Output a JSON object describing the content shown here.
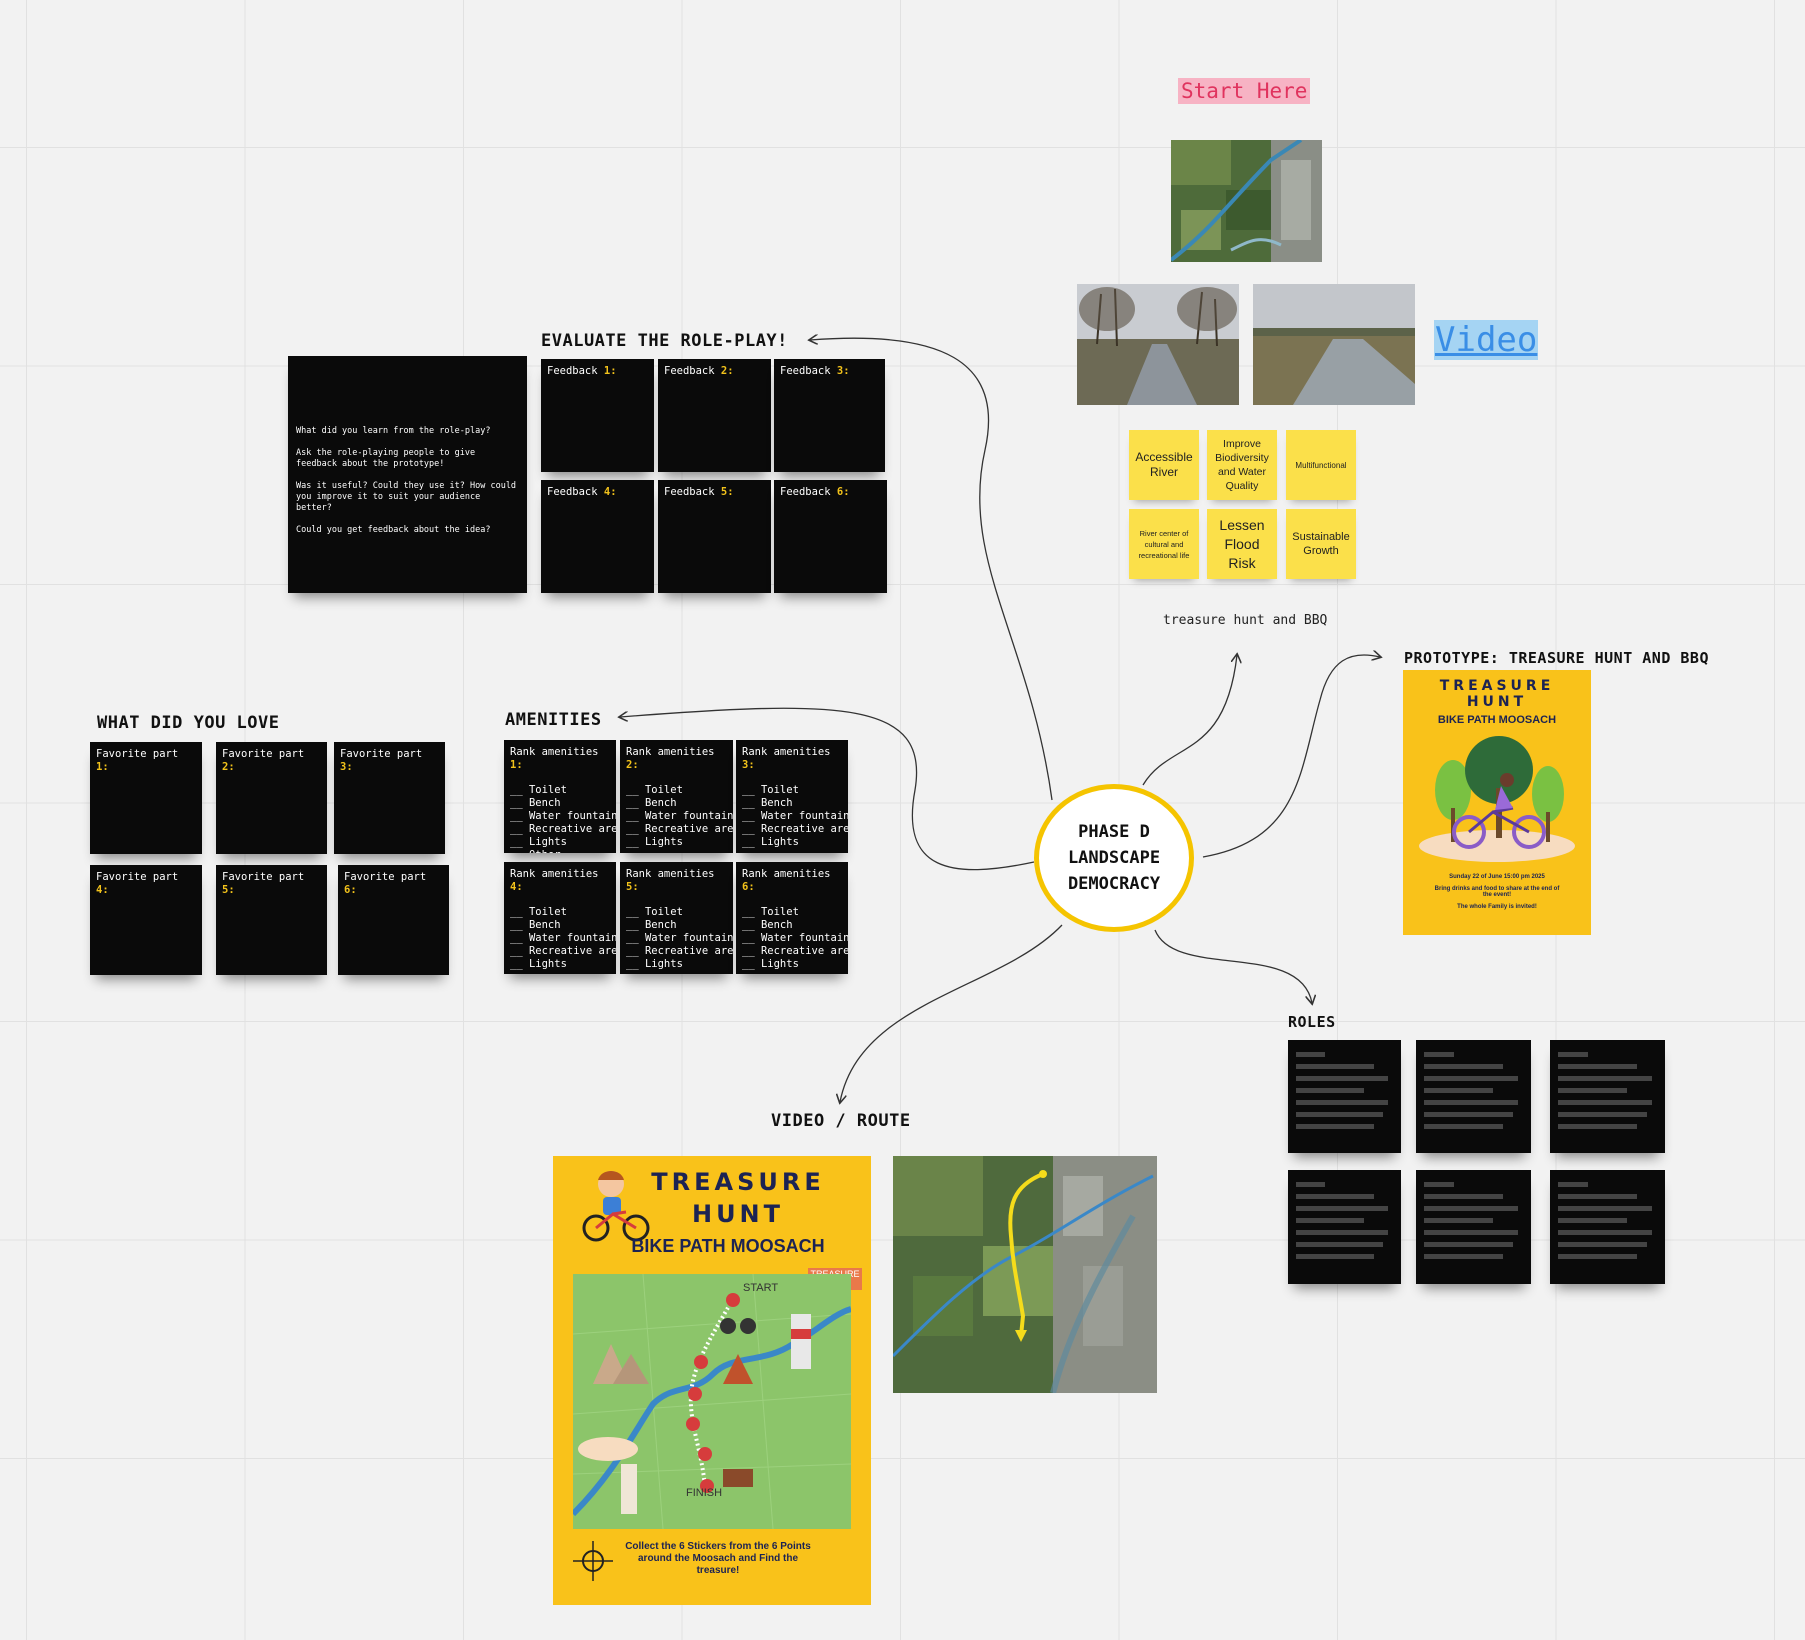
{
  "start_here": "Start Here",
  "video_link": "Video",
  "hub": {
    "line1": "PHASE D",
    "line2": "LANDSCAPE",
    "line3": "DEMOCRACY"
  },
  "evaluate": {
    "title": "EVALUATE THE ROLE-PLAY!",
    "intro_lines": [
      "What did you learn from the role-play?",
      "Ask the role-playing people to give feedback about the prototype!",
      "Was it useful? Could they use it? How could you improve it to suit your audience better?",
      "Could you get feedback about the idea?"
    ],
    "feedback_label": "Feedback",
    "feedback_nums": [
      "1:",
      "2:",
      "3:",
      "4:",
      "5:",
      "6:"
    ]
  },
  "love": {
    "title": "WHAT DID YOU LOVE",
    "label": "Favorite part",
    "nums": [
      "1:",
      "2:",
      "3:",
      "4:",
      "5:",
      "6:"
    ]
  },
  "amenities": {
    "title": "AMENITIES",
    "label": "Rank amenities",
    "nums": [
      "1:",
      "2:",
      "3:",
      "4:",
      "5:",
      "6:"
    ],
    "list_first": "__ Toilet\n__ Bench\n__ Water fountain\n__ Recreative area\n__ Lights\n__ Other _______",
    "list": "__ Toilet\n__ Bench\n__ Water fountain\n__ Recreative area\n__ Lights"
  },
  "goals": [
    "Accessible River",
    "Improve Biodiversity and Water Quality",
    "Multifunctional",
    "River center of cultural and recreational life",
    "Lessen Flood Risk",
    "Sustainable Growth"
  ],
  "treasure_caption": "treasure hunt and BBQ",
  "prototype": {
    "title": "PROTOTYPE: TREASURE HUNT AND BBQ",
    "poster_title1": "TREASURE",
    "poster_title2": "HUNT",
    "poster_subtitle": "BIKE PATH MOOSACH",
    "poster_date": "Sunday 22 of June 15:00 pm 2025",
    "poster_note": "Bring drinks and food to share at the end of the event!",
    "poster_family": "The whole Family is invited!"
  },
  "roles": {
    "title": "ROLES"
  },
  "video_route": {
    "title": "VIDEO / ROUTE",
    "poster_title1": "TREASURE",
    "poster_title2": "HUNT",
    "poster_subtitle": "BIKE PATH MOOSACH",
    "map_tag": "TREASURE MAP",
    "start": "START",
    "finish": "FINISH",
    "footer": "Collect the 6 Stickers from the 6 Points around the Moosach and Find the treasure!"
  },
  "colors": {
    "accent_yellow": "#f5c400",
    "note_yellow": "#fbe04a",
    "highlight_pink": "#f7b3c4",
    "link_blue": "#3a8ee6"
  }
}
